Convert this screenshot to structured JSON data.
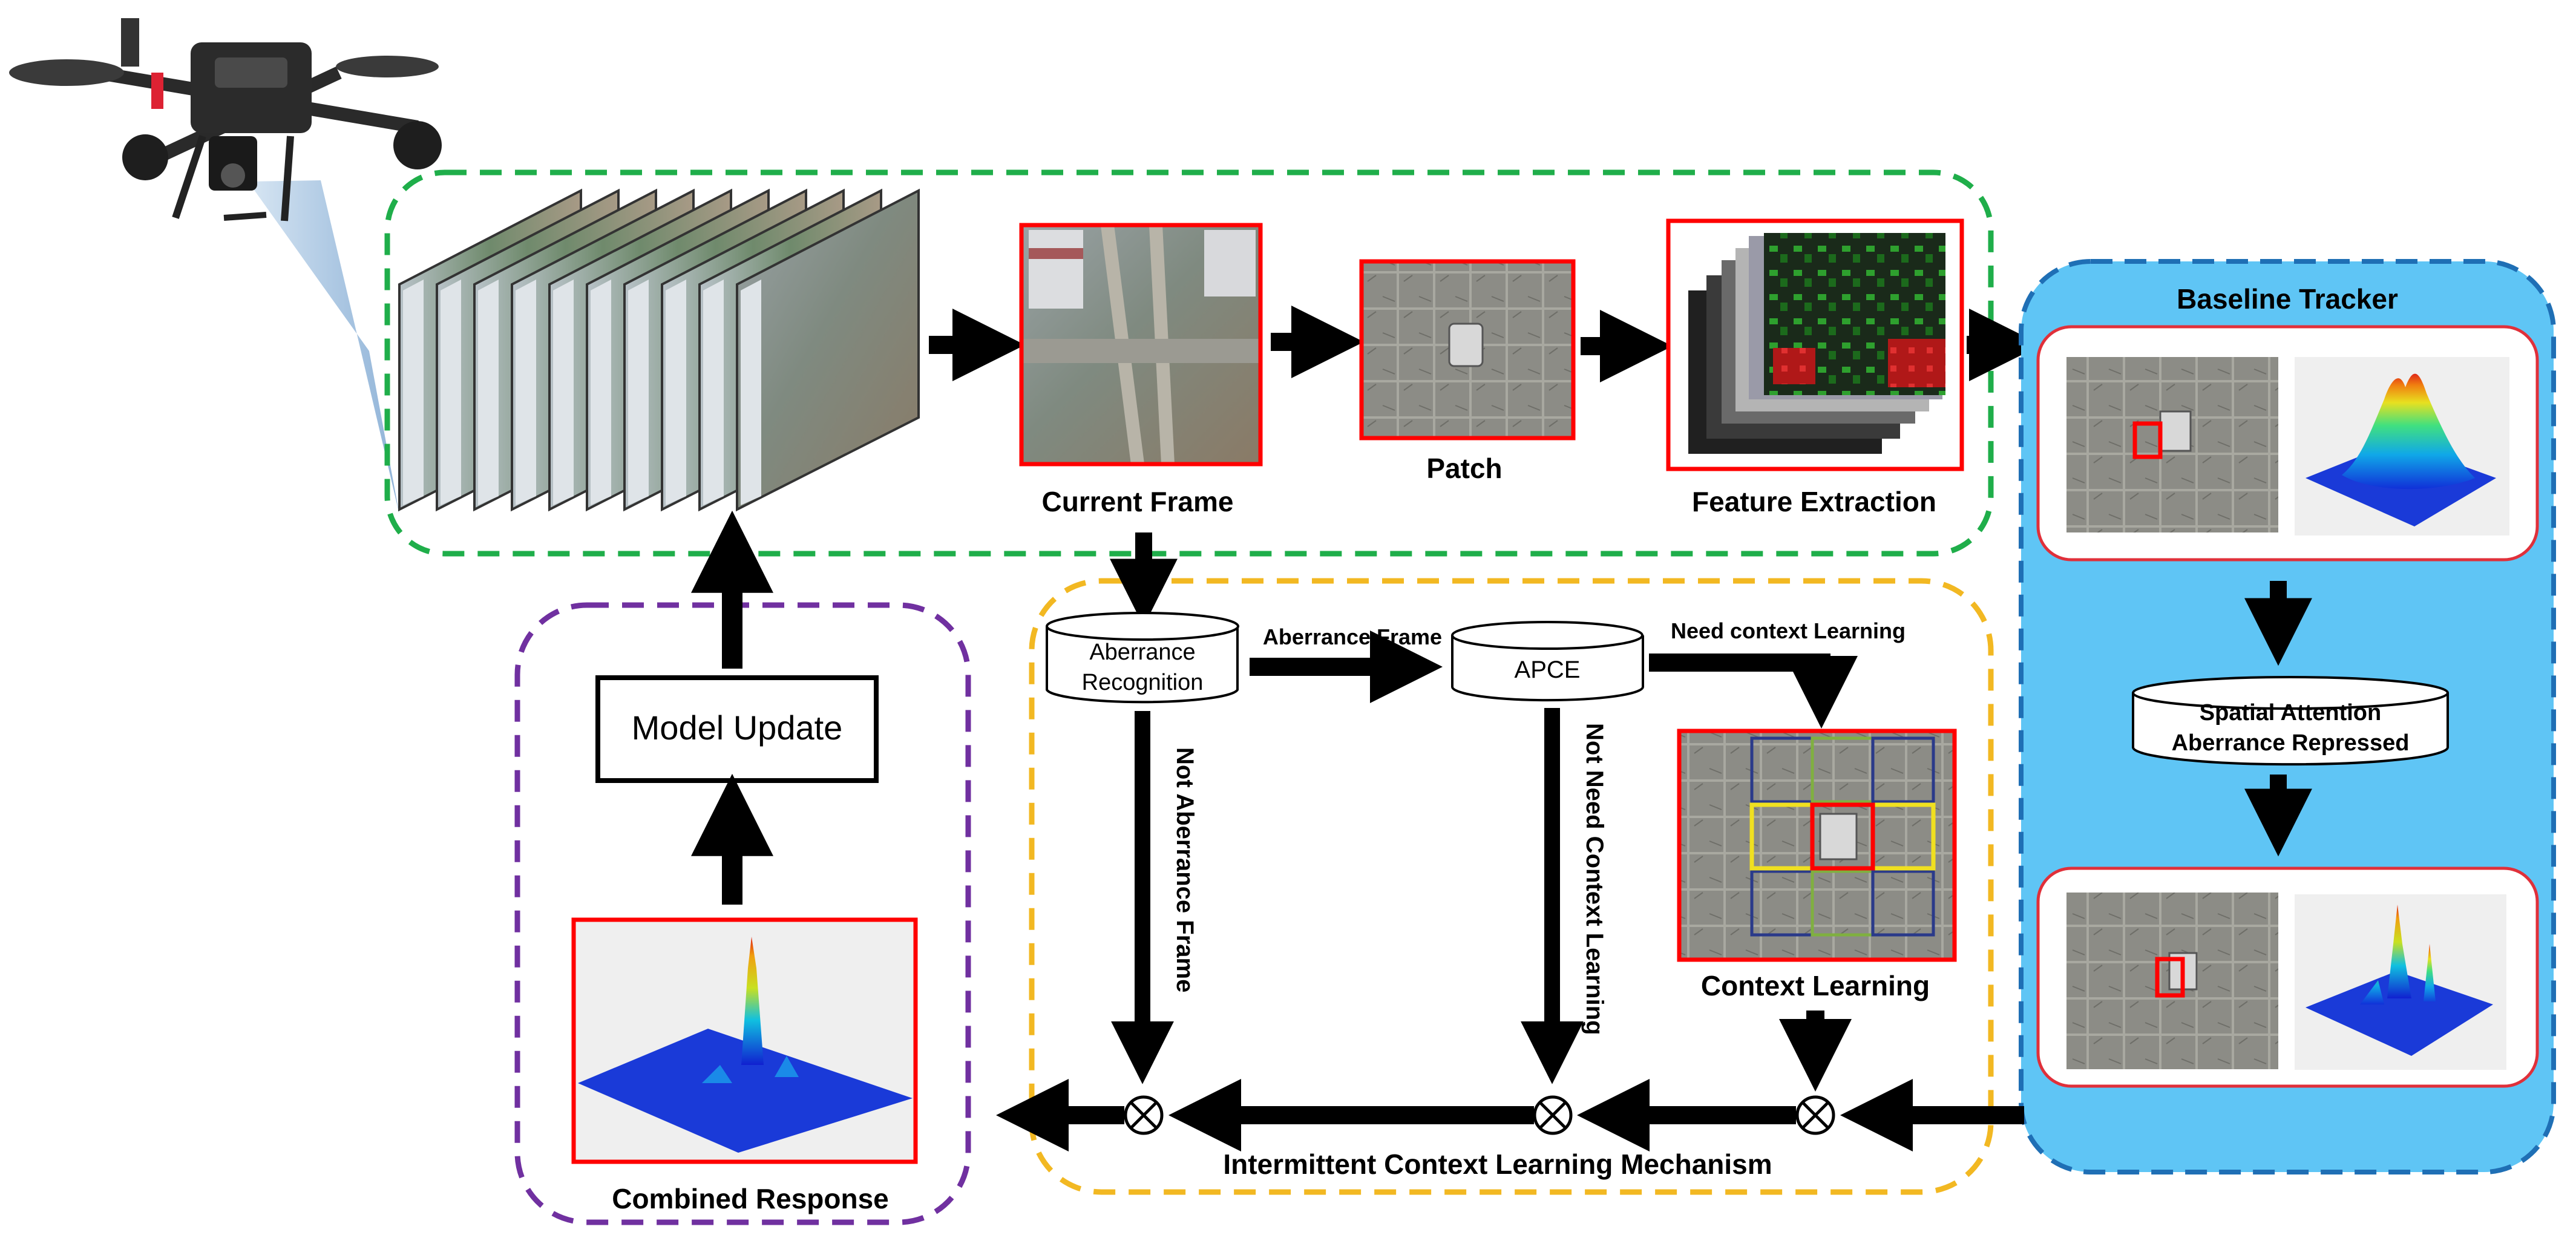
{
  "labels": {
    "current_frame": "Current Frame",
    "patch": "Patch",
    "feature_extraction": "Feature Extraction",
    "baseline_tracker": "Baseline Tracker",
    "spatial_attention_line1": "Spatial Attention",
    "spatial_attention_line2": "Aberrance Repressed",
    "model_update": "Model Update",
    "combined_response": "Combined Response",
    "aberrance_recognition_line1": "Aberrance",
    "aberrance_recognition_line2": "Recognition",
    "aberrance_frame": "Aberrance Frame",
    "apce": "APCE",
    "need_context_learning": "Need context Learning",
    "not_aberrance_frame": "Not  Aberrance  Frame",
    "not_need_context_learning": "Not  Need  Context  Learning",
    "context_learning": "Context Learning",
    "intermittent_mechanism": "Intermittent Context Learning Mechanism"
  },
  "colors": {
    "acquisition_group_border": "#1fae4a",
    "model_update_group_border": "#7030a0",
    "context_group_border": "#f2b822",
    "baseline_tracker_fill": "#5fc5f5",
    "baseline_tracker_border": "#1f6fb5",
    "highlight_border": "#ff0000",
    "arrow": "#000000"
  }
}
